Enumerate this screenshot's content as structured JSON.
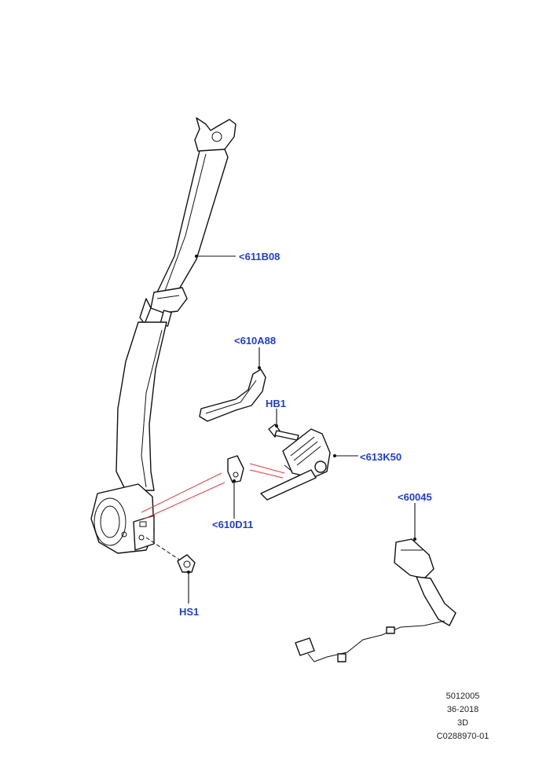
{
  "callouts": {
    "belt": "<611B08",
    "trim_cover": "<610A88",
    "bolt_top": "HB1",
    "height_adjuster": "<613K50",
    "buckle": "<60045",
    "bracket": "<610D11",
    "bolt_bottom": "HS1"
  },
  "footer": {
    "line1": "5012005",
    "line2": "36-2018",
    "line3": "3D",
    "line4": "C0288970-01"
  },
  "colors": {
    "callout": "#1f3fd1",
    "linework": "#111111",
    "redline": "#e23b3b"
  }
}
